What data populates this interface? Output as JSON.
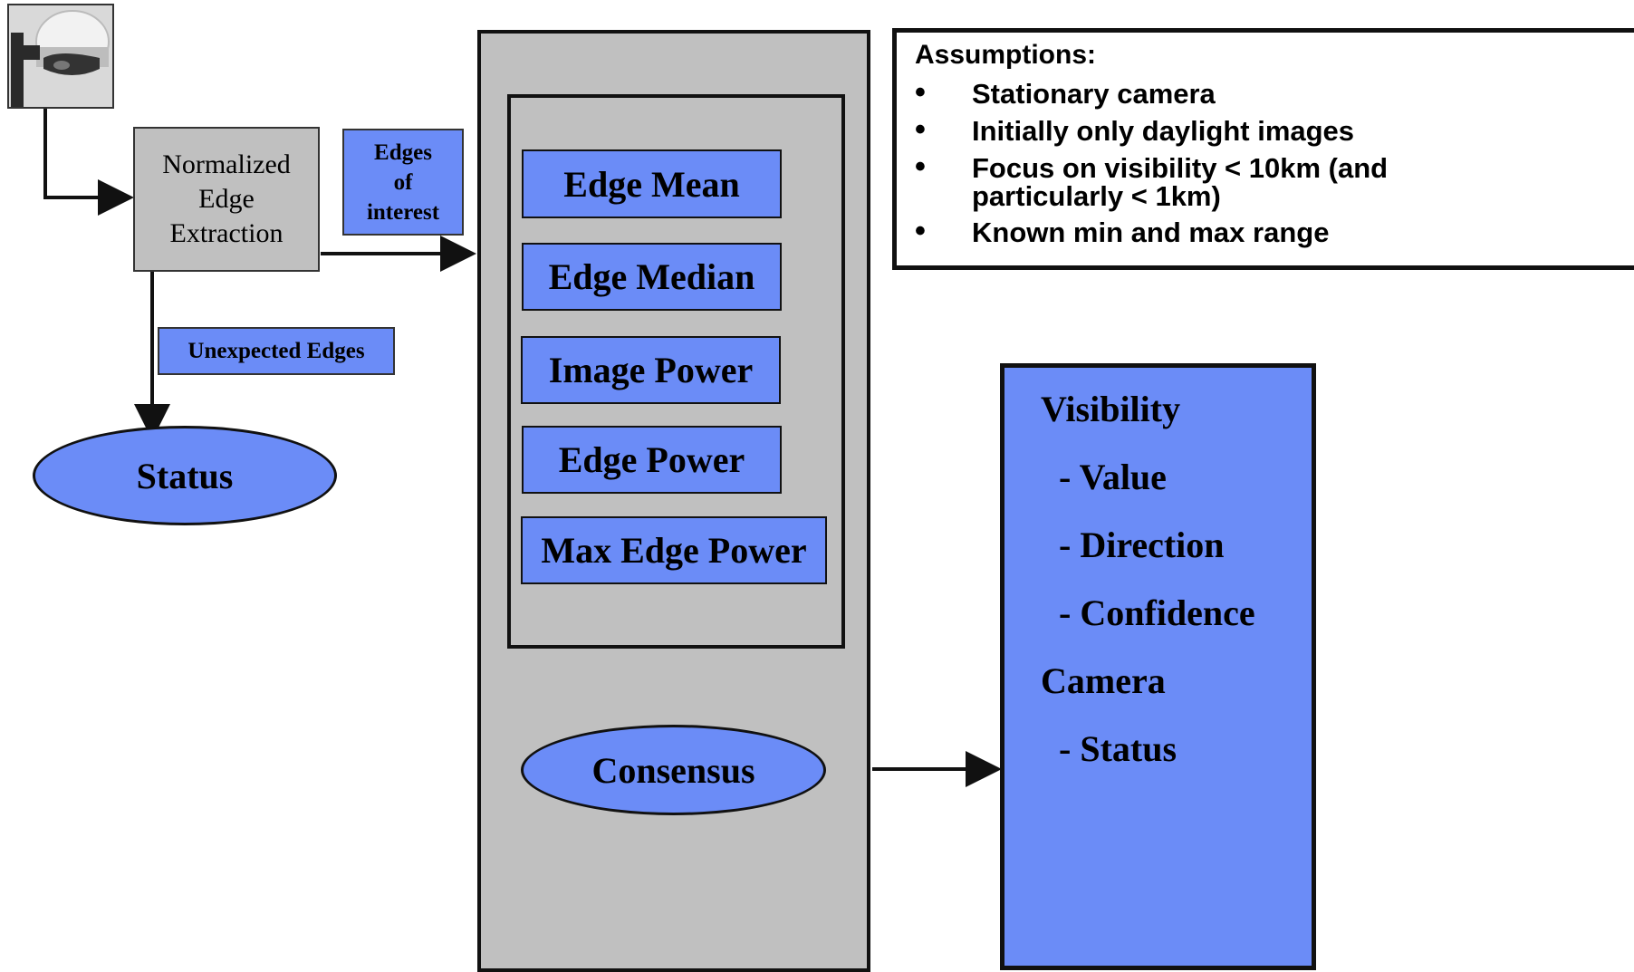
{
  "camera": {
    "icon": "camera-icon"
  },
  "nodes": {
    "normalized_edge_extraction": [
      "Normalized",
      "Edge",
      "Extraction"
    ],
    "edges_of_interest": [
      "Edges",
      "of",
      "interest"
    ],
    "unexpected_edges": "Unexpected Edges",
    "status": "Status",
    "consensus": "Consensus"
  },
  "metrics": [
    "Edge Mean",
    "Edge Median",
    "Image Power",
    "Edge Power",
    "Max Edge Power"
  ],
  "assumptions": {
    "title": "Assumptions:",
    "items": [
      [
        "Stationary camera"
      ],
      [
        "Initially only daylight images"
      ],
      [
        "Focus on visibility < 10km (and",
        "particularly < 1km)"
      ],
      [
        "Known min and max range"
      ]
    ]
  },
  "output": {
    "lines": [
      "Visibility",
      "  - Value",
      "  - Direction",
      "  - Confidence",
      "Camera",
      "  - Status"
    ]
  },
  "colors": {
    "blue_fill": "#6b8cf7",
    "gray_fill": "#c0c0c0",
    "stroke": "#111111"
  }
}
